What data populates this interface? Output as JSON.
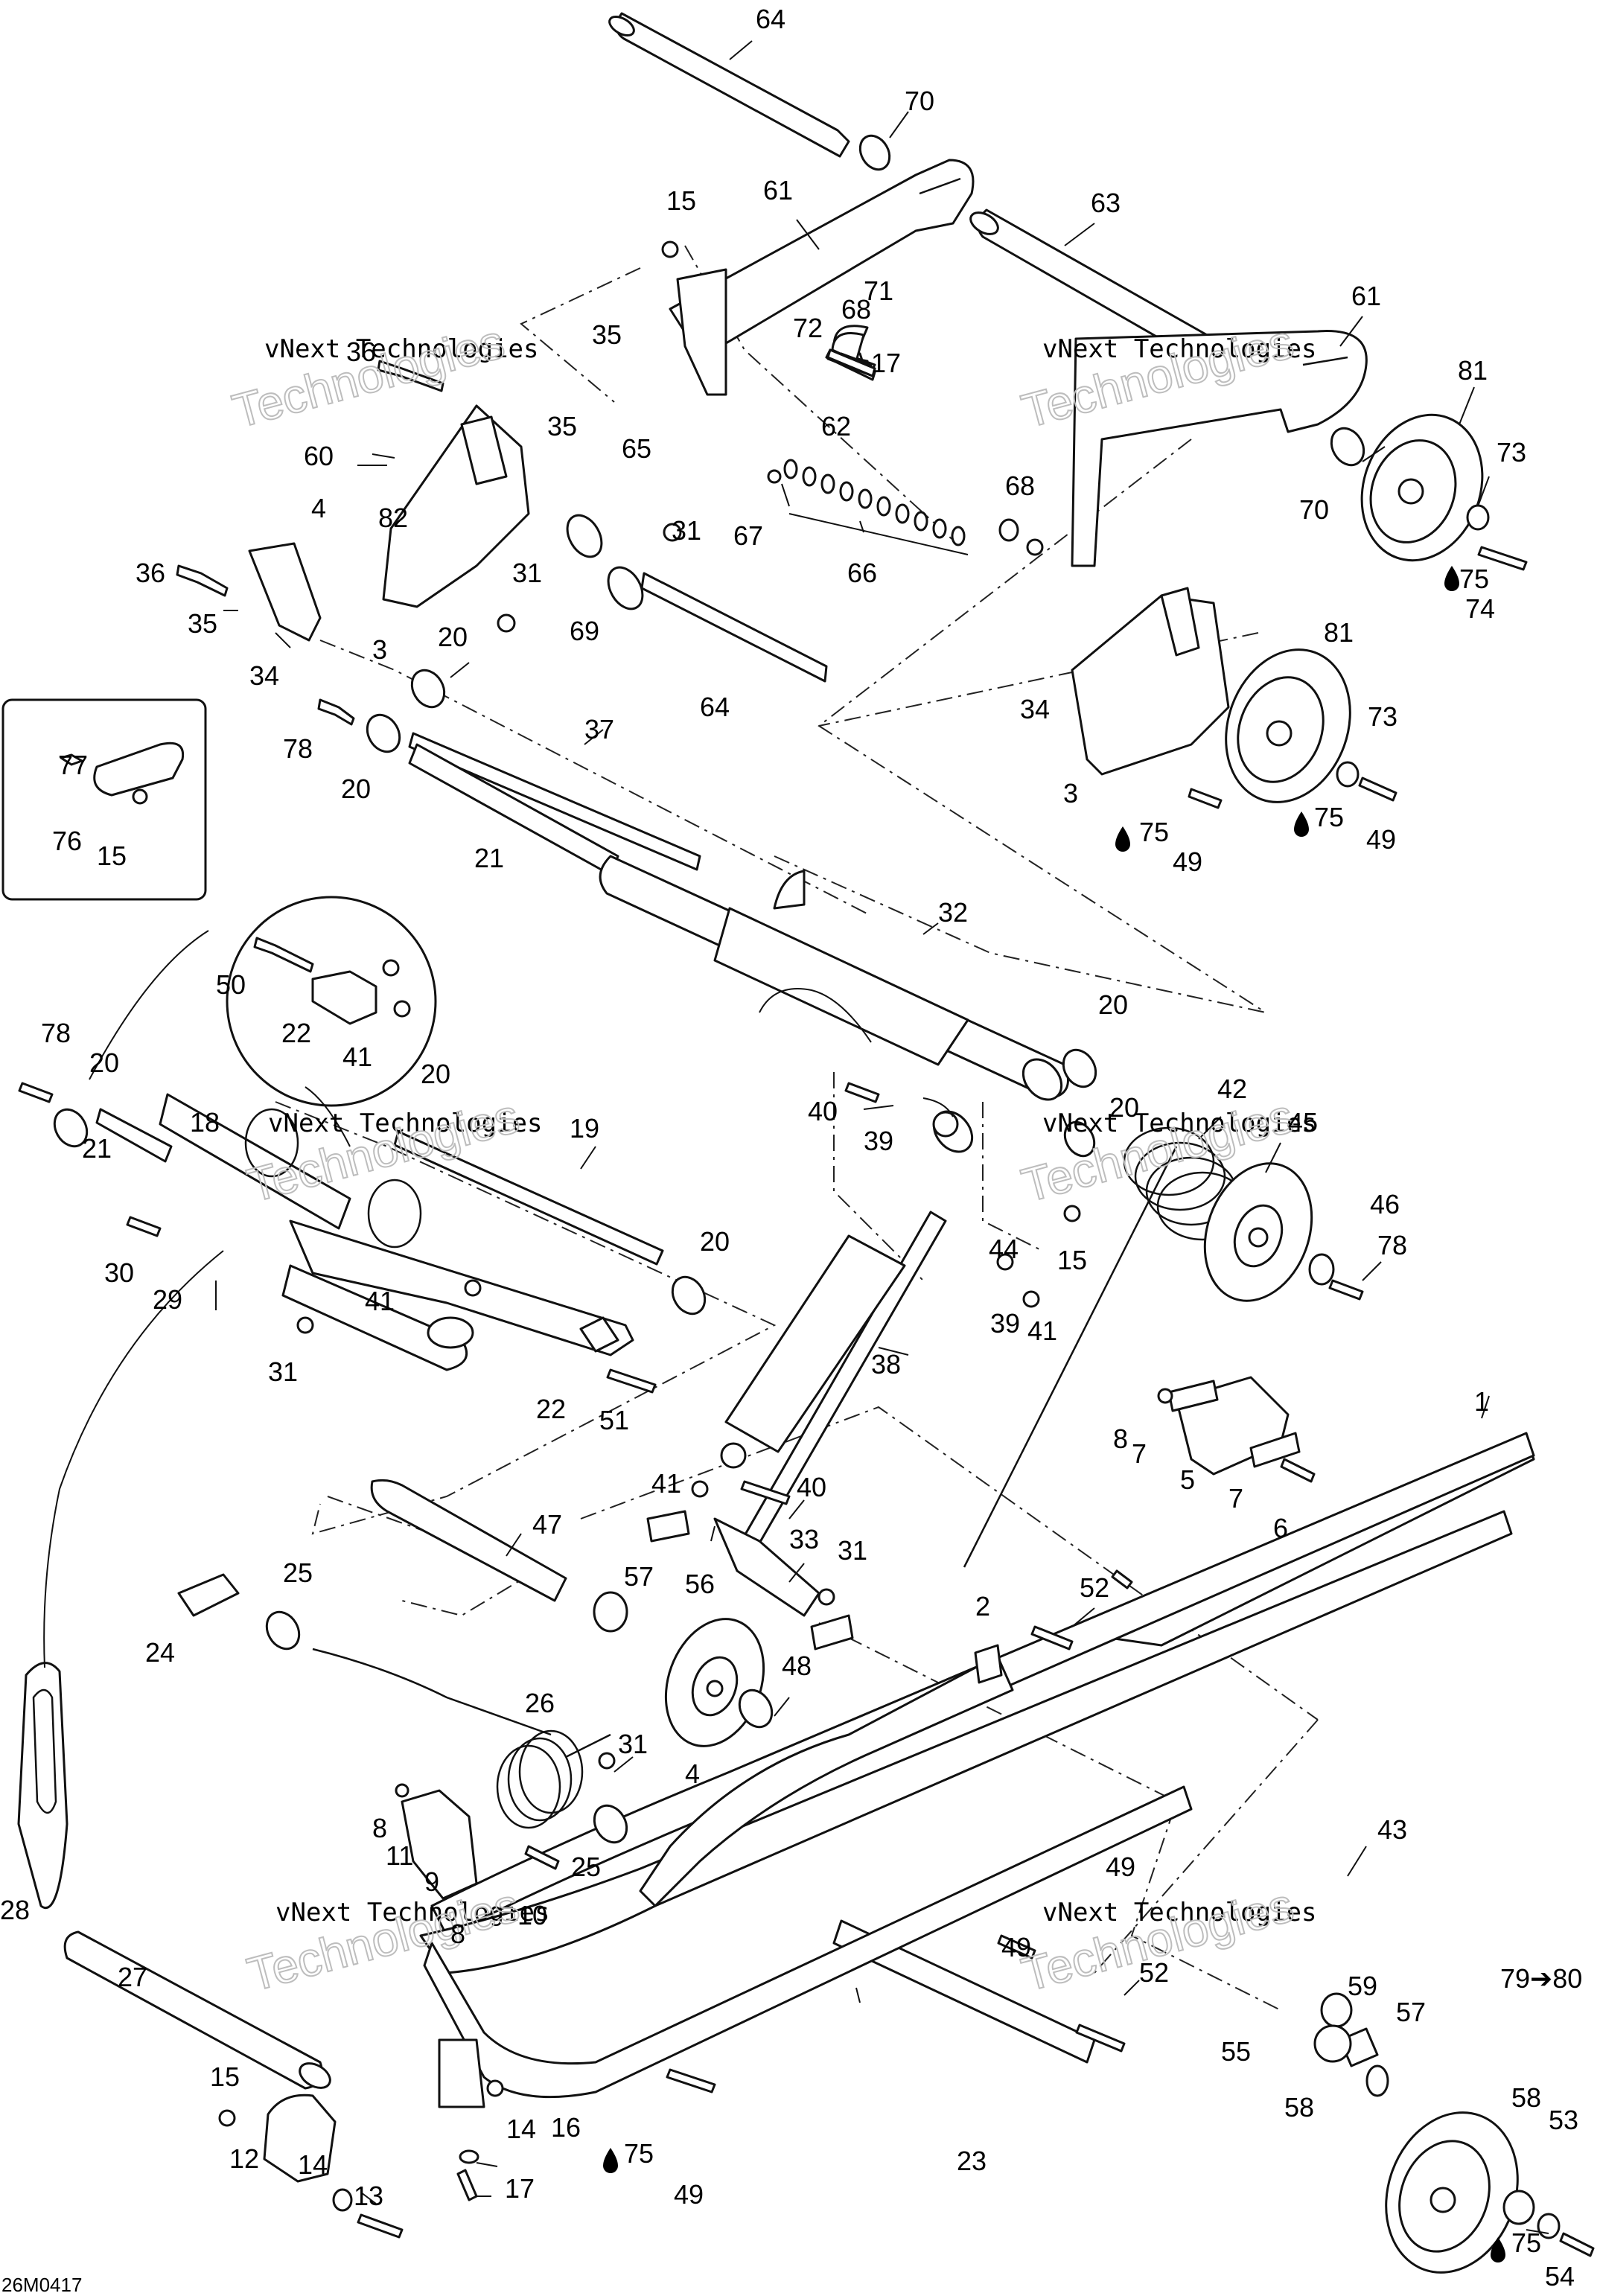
{
  "drawing_number": "26M0417",
  "watermark": {
    "line_small": "vNext Technologies",
    "line_big": "Technologies"
  },
  "oil_symbol": "💧",
  "callouts": [
    {
      "id": "c64a",
      "text": "64"
    },
    {
      "id": "c70a",
      "text": "70"
    },
    {
      "id": "c15a",
      "text": "15"
    },
    {
      "id": "c61a",
      "text": "61"
    },
    {
      "id": "c63",
      "text": "63"
    },
    {
      "id": "c61b",
      "text": "61"
    },
    {
      "id": "c71",
      "text": "71"
    },
    {
      "id": "c72",
      "text": "72"
    },
    {
      "id": "c68a",
      "text": "68"
    },
    {
      "id": "c35a",
      "text": "35"
    },
    {
      "id": "c36a",
      "text": "36"
    },
    {
      "id": "c17a",
      "text": "17"
    },
    {
      "id": "c62",
      "text": "62"
    },
    {
      "id": "c81a",
      "text": "81"
    },
    {
      "id": "c35b",
      "text": "35"
    },
    {
      "id": "c65",
      "text": "65"
    },
    {
      "id": "c60",
      "text": "60"
    },
    {
      "id": "c82",
      "text": "82"
    },
    {
      "id": "c67",
      "text": "67"
    },
    {
      "id": "c68b",
      "text": "68"
    },
    {
      "id": "c70b",
      "text": "70"
    },
    {
      "id": "c73a",
      "text": "73"
    },
    {
      "id": "c4a",
      "text": "4"
    },
    {
      "id": "c31a",
      "text": "31"
    },
    {
      "id": "c66",
      "text": "66"
    },
    {
      "id": "c75a",
      "text": "75"
    },
    {
      "id": "c74",
      "text": "74"
    },
    {
      "id": "c36b",
      "text": "36"
    },
    {
      "id": "c31b",
      "text": "31"
    },
    {
      "id": "c35c",
      "text": "35"
    },
    {
      "id": "c69",
      "text": "69"
    },
    {
      "id": "c3a",
      "text": "3"
    },
    {
      "id": "c34a",
      "text": "34"
    },
    {
      "id": "c20a",
      "text": "20"
    },
    {
      "id": "c81b",
      "text": "81"
    },
    {
      "id": "c64b",
      "text": "64"
    },
    {
      "id": "c34b",
      "text": "34"
    },
    {
      "id": "c37",
      "text": "37"
    },
    {
      "id": "c73b",
      "text": "73"
    },
    {
      "id": "c78a",
      "text": "78"
    },
    {
      "id": "c20b",
      "text": "20"
    },
    {
      "id": "c3b",
      "text": "3"
    },
    {
      "id": "c75b",
      "text": "75"
    },
    {
      "id": "c75c",
      "text": "75"
    },
    {
      "id": "c49a",
      "text": "49"
    },
    {
      "id": "c49b",
      "text": "49"
    },
    {
      "id": "c77",
      "text": "77"
    },
    {
      "id": "c76",
      "text": "76"
    },
    {
      "id": "c15b",
      "text": "15"
    },
    {
      "id": "c21a",
      "text": "21"
    },
    {
      "id": "c32",
      "text": "32"
    },
    {
      "id": "c50",
      "text": "50"
    },
    {
      "id": "c22a",
      "text": "22"
    },
    {
      "id": "c41a",
      "text": "41"
    },
    {
      "id": "c20c",
      "text": "20"
    },
    {
      "id": "c78b",
      "text": "78"
    },
    {
      "id": "c20d",
      "text": "20"
    },
    {
      "id": "c20e",
      "text": "20"
    },
    {
      "id": "c42",
      "text": "42"
    },
    {
      "id": "c20f",
      "text": "20"
    },
    {
      "id": "c18",
      "text": "18"
    },
    {
      "id": "c45",
      "text": "45"
    },
    {
      "id": "c19",
      "text": "19"
    },
    {
      "id": "c21b",
      "text": "21"
    },
    {
      "id": "c40a",
      "text": "40"
    },
    {
      "id": "c39a",
      "text": "39"
    },
    {
      "id": "c46",
      "text": "46"
    },
    {
      "id": "c78c",
      "text": "78"
    },
    {
      "id": "c44",
      "text": "44"
    },
    {
      "id": "c15c",
      "text": "15"
    },
    {
      "id": "c30",
      "text": "30"
    },
    {
      "id": "c20g",
      "text": "20"
    },
    {
      "id": "c29",
      "text": "29"
    },
    {
      "id": "c41b",
      "text": "41"
    },
    {
      "id": "c39b",
      "text": "39"
    },
    {
      "id": "c41c",
      "text": "41"
    },
    {
      "id": "c31c",
      "text": "31"
    },
    {
      "id": "c38",
      "text": "38"
    },
    {
      "id": "c22b",
      "text": "22"
    },
    {
      "id": "c51",
      "text": "51"
    },
    {
      "id": "c1",
      "text": "1"
    },
    {
      "id": "c8a",
      "text": "8"
    },
    {
      "id": "c7a",
      "text": "7"
    },
    {
      "id": "c5",
      "text": "5"
    },
    {
      "id": "c7b",
      "text": "7"
    },
    {
      "id": "c41d",
      "text": "41"
    },
    {
      "id": "c40b",
      "text": "40"
    },
    {
      "id": "c6",
      "text": "6"
    },
    {
      "id": "c47",
      "text": "47"
    },
    {
      "id": "c33",
      "text": "33"
    },
    {
      "id": "c31d",
      "text": "31"
    },
    {
      "id": "c25a",
      "text": "25"
    },
    {
      "id": "c57a",
      "text": "57"
    },
    {
      "id": "c56",
      "text": "56"
    },
    {
      "id": "c52a",
      "text": "52"
    },
    {
      "id": "c24",
      "text": "24"
    },
    {
      "id": "c2",
      "text": "2"
    },
    {
      "id": "c48",
      "text": "48"
    },
    {
      "id": "c26",
      "text": "26"
    },
    {
      "id": "c31e",
      "text": "31"
    },
    {
      "id": "c4b",
      "text": "4"
    },
    {
      "id": "c8b",
      "text": "8"
    },
    {
      "id": "c11",
      "text": "11"
    },
    {
      "id": "c9",
      "text": "9"
    },
    {
      "id": "c25b",
      "text": "25"
    },
    {
      "id": "c43",
      "text": "43"
    },
    {
      "id": "c49c",
      "text": "49"
    },
    {
      "id": "c10",
      "text": "10"
    },
    {
      "id": "c28",
      "text": "28"
    },
    {
      "id": "c49d",
      "text": "49"
    },
    {
      "id": "c8c",
      "text": "8"
    },
    {
      "id": "c27",
      "text": "27"
    },
    {
      "id": "c52b",
      "text": "52"
    },
    {
      "id": "c59",
      "text": "59"
    },
    {
      "id": "c79",
      "text": "79➔80"
    },
    {
      "id": "c57b",
      "text": "57"
    },
    {
      "id": "c55",
      "text": "55"
    },
    {
      "id": "c58a",
      "text": "58"
    },
    {
      "id": "c15d",
      "text": "15"
    },
    {
      "id": "c58b",
      "text": "58"
    },
    {
      "id": "c53",
      "text": "53"
    },
    {
      "id": "c14a",
      "text": "14"
    },
    {
      "id": "c16",
      "text": "16"
    },
    {
      "id": "c12",
      "text": "12"
    },
    {
      "id": "c14b",
      "text": "14"
    },
    {
      "id": "c75d",
      "text": "75"
    },
    {
      "id": "c49e",
      "text": "49"
    },
    {
      "id": "c23",
      "text": "23"
    },
    {
      "id": "c13",
      "text": "13"
    },
    {
      "id": "c17b",
      "text": "17"
    },
    {
      "id": "c75e",
      "text": "75"
    },
    {
      "id": "c54",
      "text": "54"
    }
  ]
}
